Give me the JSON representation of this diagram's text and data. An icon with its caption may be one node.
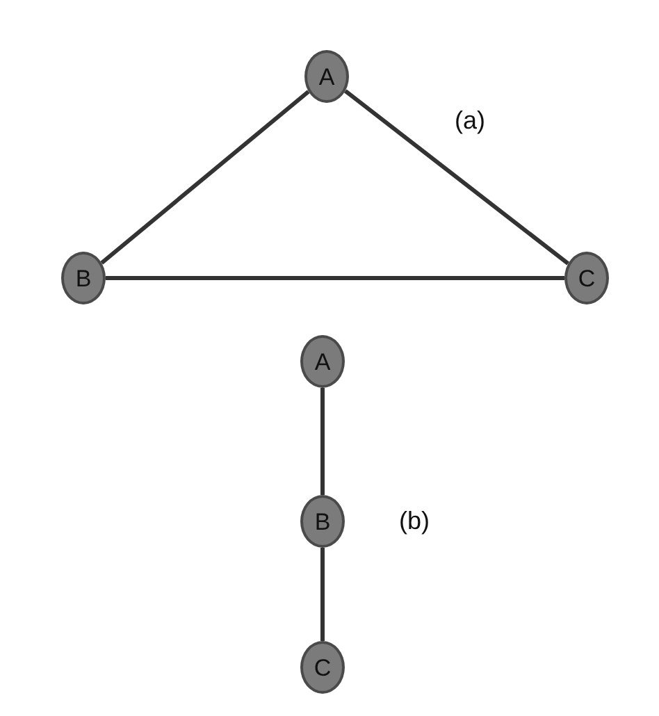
{
  "diagram": {
    "nodes": [
      {
        "text": [
          "A"
        ]
      },
      {
        "text": [
          "B"
        ]
      },
      {
        "text": [
          "C"
        ]
      },
      {
        "text": [
          "A"
        ]
      },
      {
        "text": [
          "B"
        ]
      },
      {
        "text": [
          "C"
        ]
      }
    ],
    "edges": [
      {
        "from": 0,
        "to": 1,
        "arrow": "none"
      },
      {
        "from": 0,
        "to": 2,
        "arrow": "none"
      },
      {
        "from": 1,
        "to": 2,
        "arrow": "none"
      },
      {
        "from": 3,
        "to": 4,
        "arrow": "none"
      },
      {
        "from": 4,
        "to": 5,
        "arrow": "none"
      }
    ],
    "labels": [
      "(a)",
      "(b)"
    ]
  }
}
